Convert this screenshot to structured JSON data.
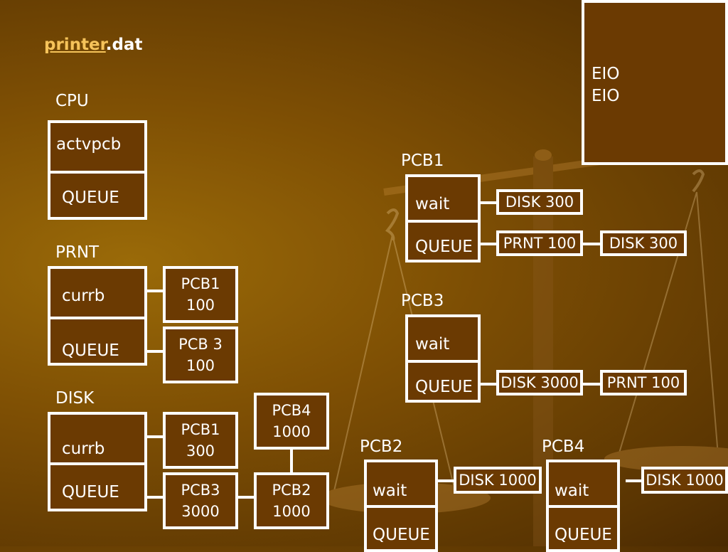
{
  "title": {
    "link_text": "printer",
    "rest": ".dat"
  },
  "eio_box": {
    "lines": [
      "EIO",
      "EIO"
    ]
  },
  "cpu": {
    "label": "CPU",
    "top": "actvpcb",
    "bottom": "QUEUE"
  },
  "prnt": {
    "label": "PRNT",
    "top": "currb",
    "bottom": "QUEUE",
    "nodes": [
      {
        "l1": "PCB1",
        "l2": "100"
      },
      {
        "l1": "PCB 3",
        "l2": "100"
      }
    ]
  },
  "disk": {
    "label": "DISK",
    "top": "currb",
    "bottom": "QUEUE",
    "nodes": [
      {
        "l1": "PCB1",
        "l2": "300"
      },
      {
        "l1": "PCB3",
        "l2": "3000"
      },
      {
        "l1": "PCB4",
        "l2": "1000"
      },
      {
        "l1": "PCB2",
        "l2": "1000"
      }
    ]
  },
  "pcb1": {
    "label": "PCB1",
    "top": "wait",
    "bottom": "QUEUE",
    "wait_node": "DISK 300",
    "queue_nodes": [
      "PRNT 100",
      "DISK 300"
    ]
  },
  "pcb3": {
    "label": "PCB3",
    "top": "wait",
    "bottom": "QUEUE",
    "queue_nodes": [
      "DISK 3000",
      "PRNT 100"
    ]
  },
  "pcb2": {
    "label": "PCB2",
    "top": "wait",
    "bottom": "QUEUE",
    "wait_node": "DISK 1000"
  },
  "pcb4": {
    "label": "PCB4",
    "top": "wait",
    "bottom": "QUEUE",
    "wait_node": "DISK 1000"
  }
}
